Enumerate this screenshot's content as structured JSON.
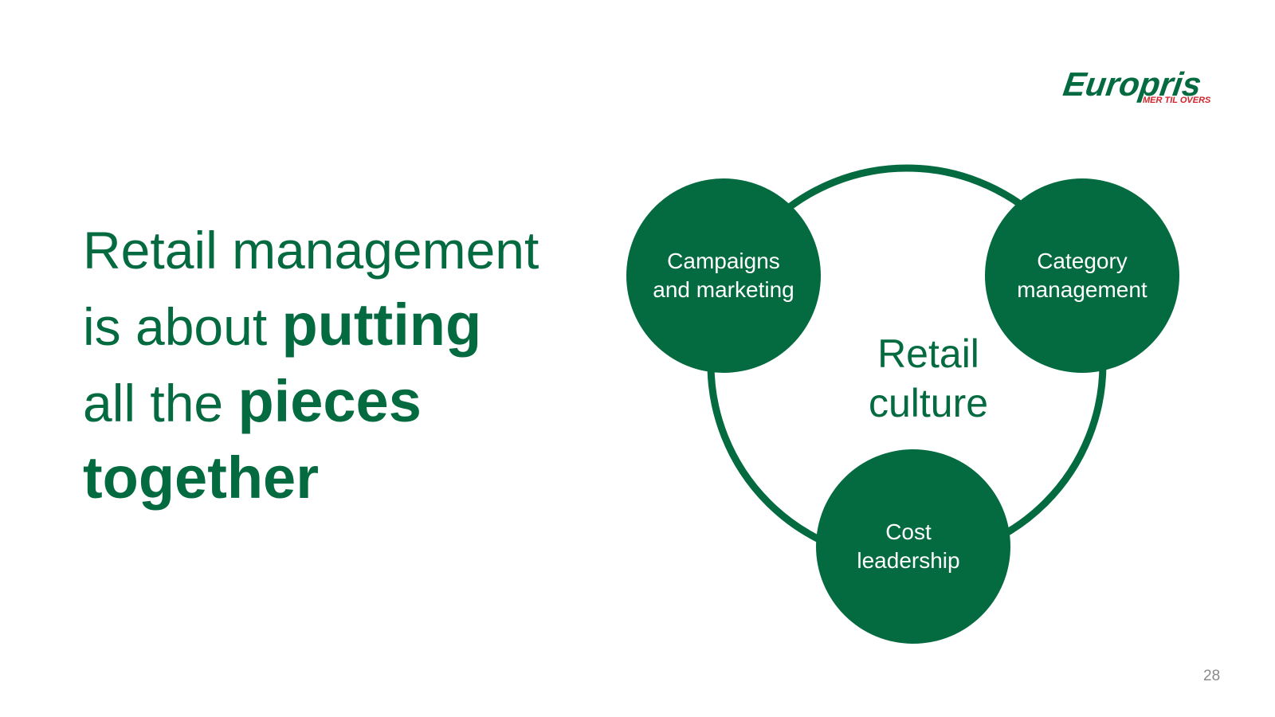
{
  "brand": {
    "name": "Europris",
    "tagline": "MER TIL OVERS",
    "colors": {
      "green": "#046a40",
      "red": "#d2232a"
    }
  },
  "headline": {
    "line1": "Retail management",
    "line2_prefix": "is about ",
    "line2_bold": "putting",
    "line3_prefix": "all the ",
    "line3_bold": "pieces",
    "line4_bold": "together"
  },
  "diagram": {
    "center": {
      "line1": "Retail",
      "line2": "culture"
    },
    "nodes": [
      {
        "id": "campaigns",
        "line1": "Campaigns",
        "line2": "and marketing"
      },
      {
        "id": "category",
        "line1": "Category",
        "line2": "management"
      },
      {
        "id": "cost",
        "line1": "Cost",
        "line2": "leadership"
      }
    ]
  },
  "page_number": "28"
}
